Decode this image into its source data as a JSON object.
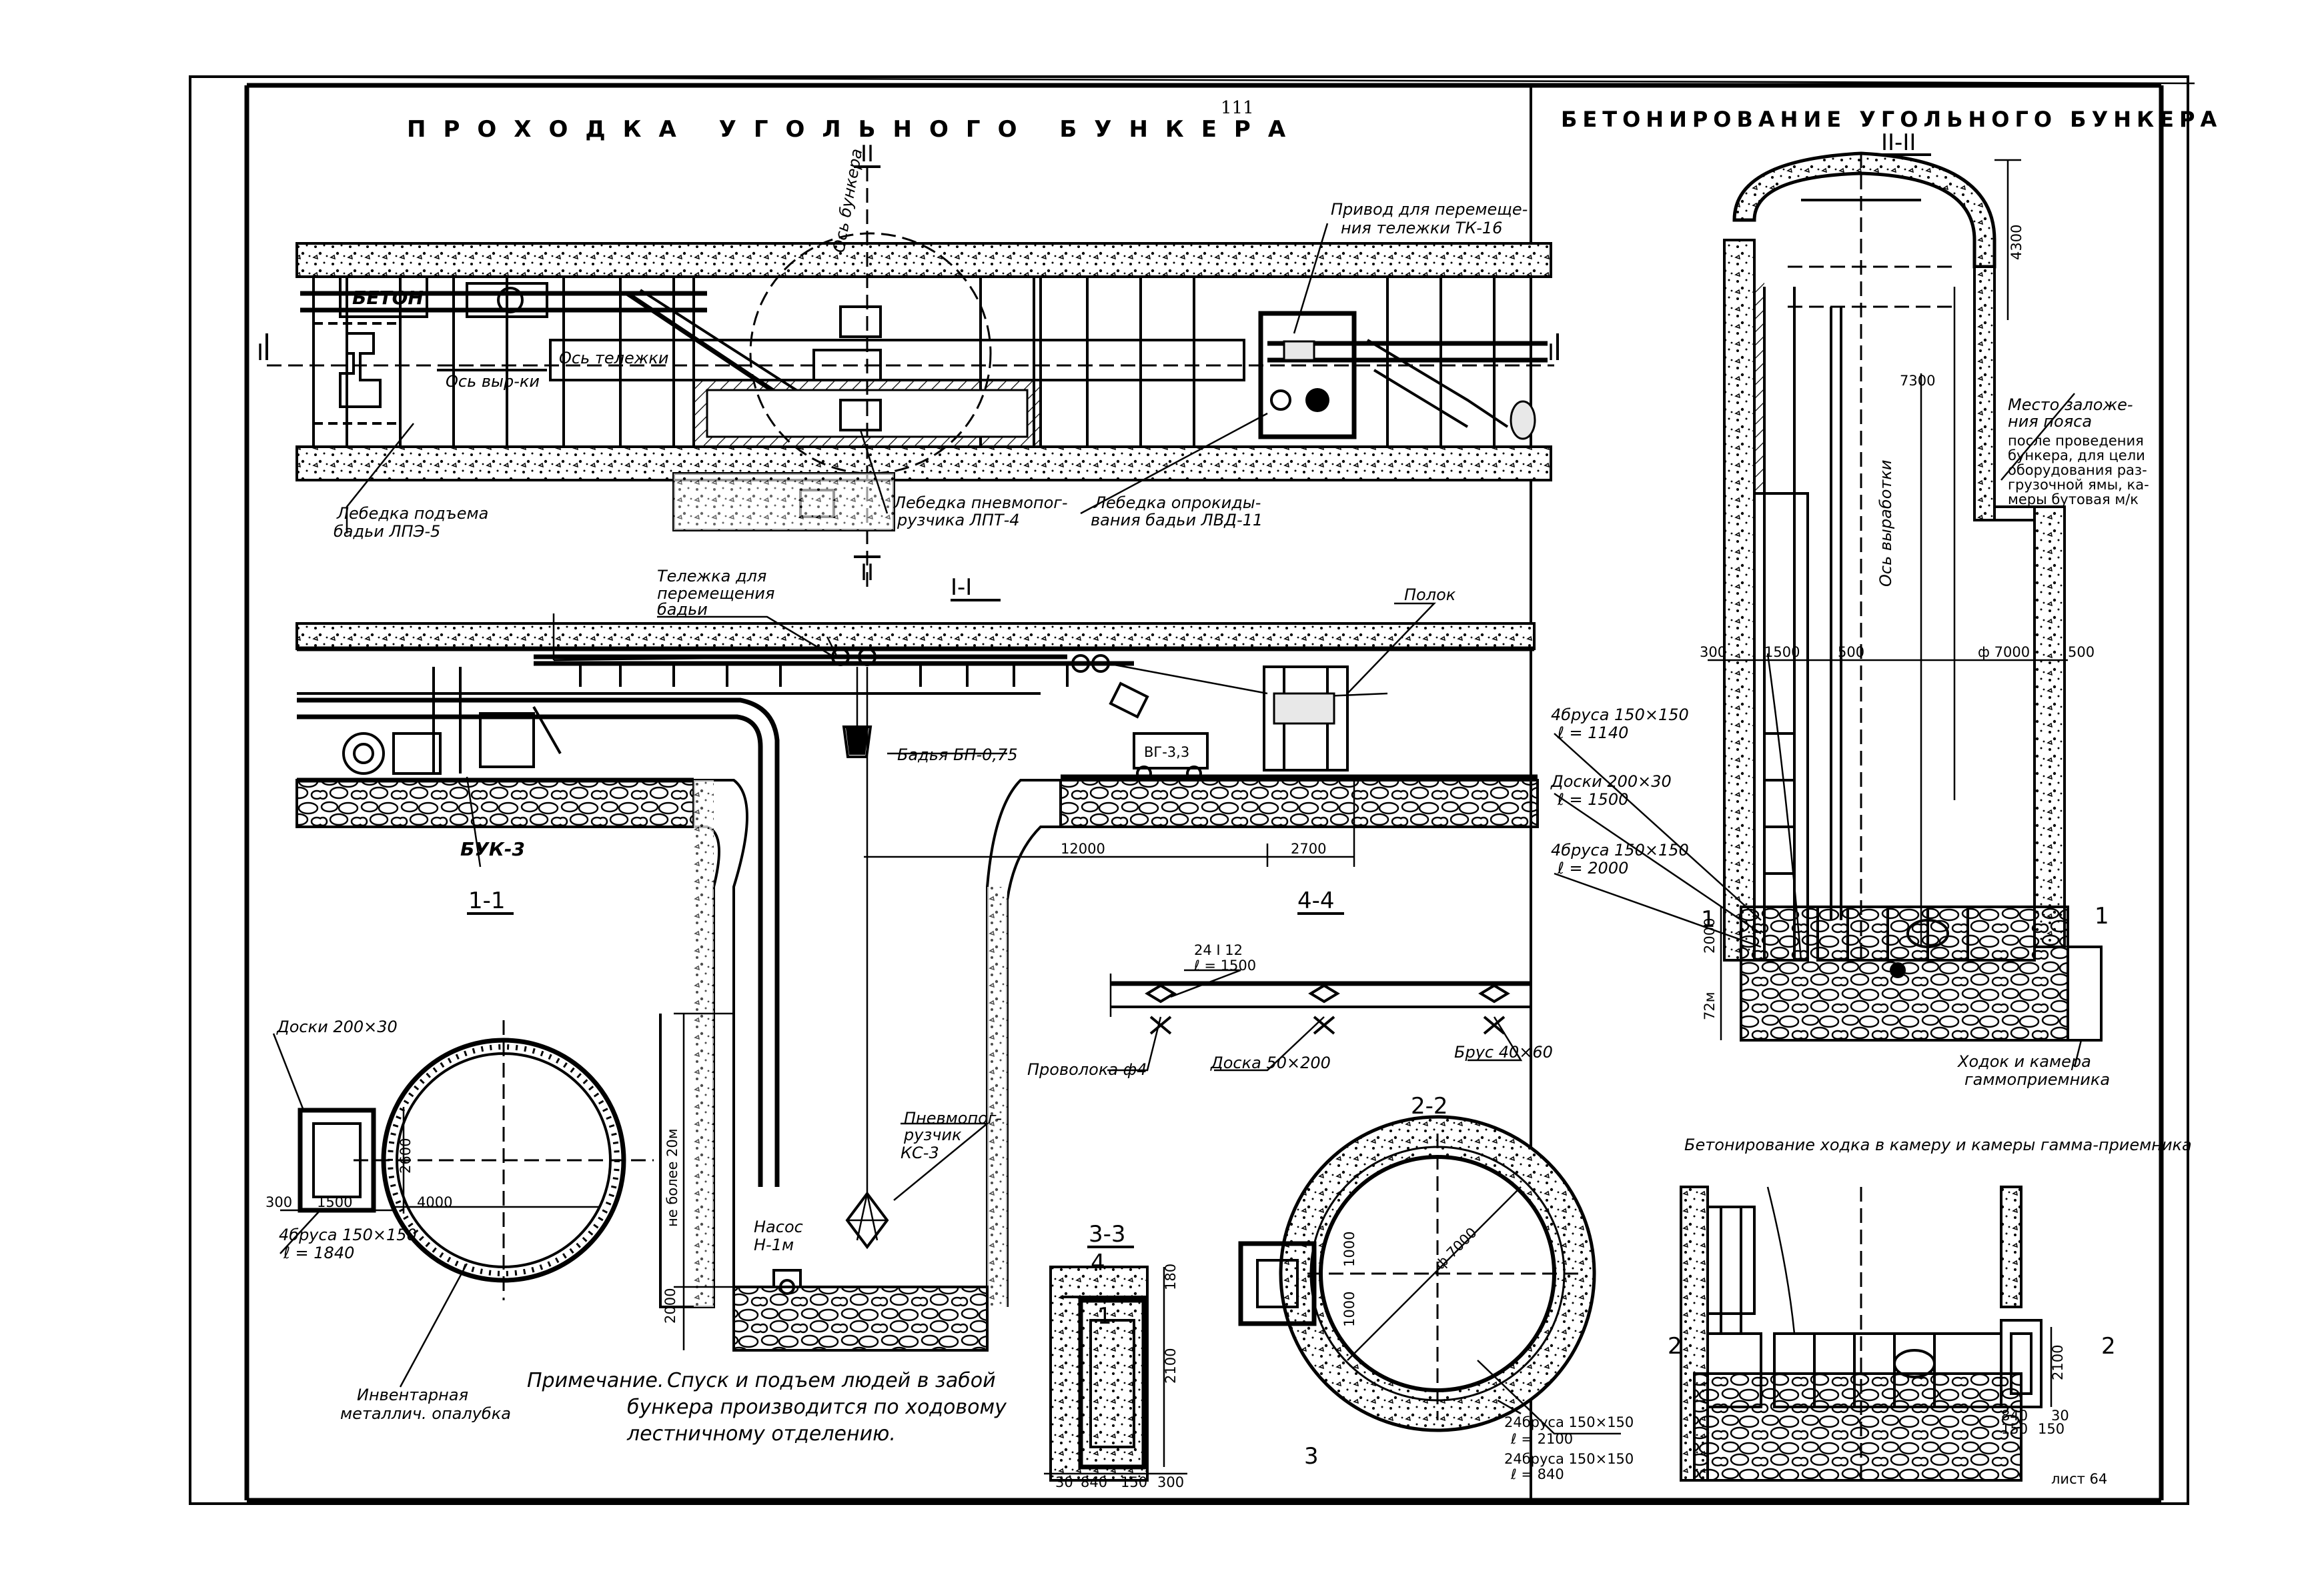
{
  "page_number": "111",
  "sheet_label": "лист 64",
  "titles": {
    "left": "ПРОХОДКА УГОЛЬНОГО БУНКЕРА",
    "right": "БЕТОНИРОВАНИЕ УГОЛЬНОГО БУНКЕРА",
    "sub_right": "Бетонирование ходка в камеру и камеры гамма-приемника"
  },
  "sections": {
    "s_II_II": "II-II",
    "s_I_I": "I-I",
    "s_1_1": "1-1",
    "s_4_4": "4-4",
    "s_3_3": "3-3",
    "s_2_2": "2-2",
    "mark_I": "I",
    "mark_II": "II",
    "mark_1": "1",
    "mark_2": "2",
    "mark_3": "3",
    "mark_4": "4"
  },
  "labels": {
    "beton": "БЕТОН",
    "os_telezhki": "Ось тележки",
    "os_vyr": "Ось выр-ки",
    "os_bunkera": "Ось бункера",
    "os_vyrabotki": "Ось выработки",
    "privod_1": "Привод для перемеще-",
    "privod_2": "ния тележки ТК-16",
    "lebedka_podema_1": "Лебедка подъема",
    "lebedka_podema_2": "бадьи ЛПЭ-5",
    "lebedka_pnevmo_1": "Лебедка пневмопог-",
    "lebedka_pnevmo_2": "рузчика ЛПТ-4",
    "lebedka_oprok_1": "Лебедка опрокиды-",
    "lebedka_oprok_2": "вания бадьи ЛВД-11",
    "telezhka_1": "Тележка для",
    "telezhka_2": "перемещения",
    "telezhka_3": "бадьи",
    "polok": "Полок",
    "badya": "Бадья БП-0,75",
    "vg": "ВГ-3,3",
    "buk": "БУК-3",
    "pnevmo_1": "Пневмопог-",
    "pnevmo_2": "рузчик",
    "pnevmo_3": "КС-3",
    "nasos_1": "Насос",
    "nasos_2": "Н-1м",
    "ne_bolee": "не более 20м",
    "doski_200_30": "Доски 200×30",
    "brus_4_150": "4бруса 150×150",
    "l_1840": "ℓ = 1840",
    "inventarnaya_1": "Инвентарная",
    "inventarnaya_2": "металлич. опалубка",
    "dv_24": "24 I 12",
    "l_1500": "ℓ = 1500",
    "provoloka": "Проволока ф4",
    "doska_50_200": "Доска 50×200",
    "brus_40_60": "Брус 40×60",
    "mesto_1": "Место заложе-",
    "mesto_2": "ния пояса",
    "mesto_3": "после проведения",
    "mesto_4": "бункера, для цели",
    "mesto_5": "оборудования раз-",
    "mesto_6": "грузочной ямы, ка-",
    "mesto_7": "меры бутовая м/к",
    "brus_1140_a": "4бруса 150×150",
    "brus_1140_b": "ℓ = 1140",
    "doski_1500_a": "Доски 200×30",
    "doski_1500_b": "ℓ = 1500",
    "brus_2000_a": "4бруса 150×150",
    "brus_2000_b": "ℓ = 2000",
    "hodok_1": "Ходок и камера",
    "hodok_2": "гаммоприемника",
    "brus_2100_a": "24бруса 150×150",
    "brus_2100_b": "ℓ = 2100",
    "brus_840_a": "24бруса 150×150",
    "brus_840_b": "ℓ = 840"
  },
  "dimensions": {
    "d12000": "12000",
    "d2700": "2700",
    "d2000": "2000",
    "d300": "300",
    "d1500": "1500",
    "d4000": "4000",
    "d2600": "2600",
    "d180": "180",
    "d2100": "2100",
    "d840": "840",
    "d150": "150",
    "d30": "30",
    "d500": "500",
    "d7000": "ф 7000",
    "d7000b": "ф 7000",
    "d7300": "7300",
    "d4300": "4300",
    "d72m": "72м",
    "d1000": "1000"
  },
  "note": {
    "head": "Примечание.",
    "line1": "Спуск и подъем людей в забой",
    "line2": "бункера производится по ходовому",
    "line3": "лестничному отделению."
  }
}
